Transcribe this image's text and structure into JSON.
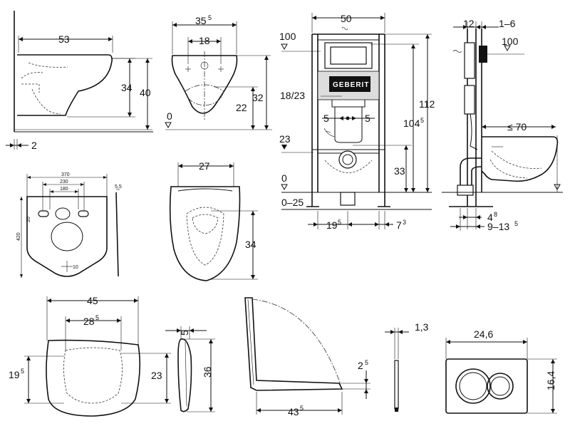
{
  "dims": {
    "wc_side_width": "53",
    "wc_side_h1": "34",
    "wc_side_h2": "40",
    "wc_side_offset": "2",
    "front_width_main": "35",
    "front_width_sup": "5",
    "front_inner": "18",
    "front_h1": "22",
    "front_h2": "32",
    "front_zero": "0",
    "frame_width": "50",
    "frame_top_level": "100",
    "frame_pipe": "18/23",
    "frame_left5": "5",
    "frame_right5": "5",
    "frame_23": "23",
    "frame_33": "33",
    "frame_104_main": "104",
    "frame_104_sup": "5",
    "frame_112": "112",
    "frame_zero": "0",
    "frame_floor": "0–25",
    "frame_19_main": "19",
    "frame_19_sup": "5",
    "frame_7_main": "7",
    "frame_7_sup": "3",
    "side_12": "12",
    "side_1_6": "1–6",
    "side_100": "100",
    "side_70": "≤ 70",
    "side_4_main": "4",
    "side_4_sup": "8",
    "side_9_main": "9–13",
    "side_9_sup": "5",
    "mat_370": "370",
    "mat_230": "230",
    "mat_180": "180",
    "mat_420": "420",
    "mat_20": "20",
    "mat_10": "10",
    "mat_55": "5,5",
    "bowl_27": "27",
    "bowl_34": "34",
    "seat_45": "45",
    "seat_28_main": "28",
    "seat_28_sup": "5",
    "seat_19_main": "19",
    "seat_19_sup": "5",
    "seat_23": "23",
    "seatside_5": "5",
    "seatside_36": "36",
    "lid_2_main": "2",
    "lid_2_sup": "5",
    "lid_43_main": "43",
    "lid_43_sup": "5",
    "plate_13": "1,3",
    "plate_246": "24,6",
    "plate_164": "16,4"
  },
  "brand": "GEBERIT"
}
